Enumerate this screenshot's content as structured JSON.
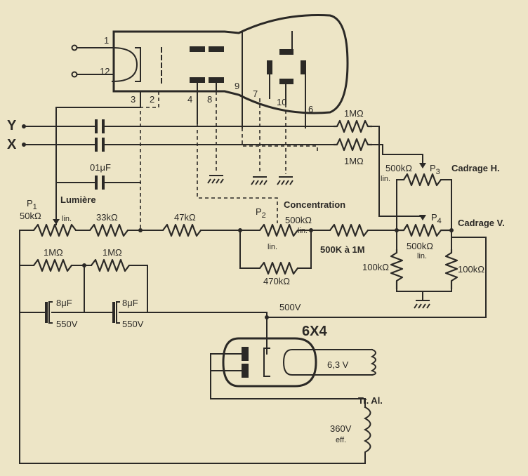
{
  "inputs": {
    "y": "Y",
    "x": "X"
  },
  "crt_pins": {
    "p1": "1",
    "p12": "12",
    "p3": "3",
    "p2": "2",
    "p4": "4",
    "p8": "8",
    "p9": "9",
    "p7": "7",
    "p10": "10",
    "p6": "6"
  },
  "components": {
    "r_y": "1MΩ",
    "r_x": "1MΩ",
    "cap_lumiere": "01μF",
    "lumiere": "Lumière",
    "p1_name": "P",
    "p1_sub": "1",
    "p1_value": "50kΩ",
    "p1_lin": "lin.",
    "r33k": "33kΩ",
    "r47k": "47kΩ",
    "concentration": "Concentration",
    "p2_name": "P",
    "p2_sub": "2",
    "p2_value": "500kΩ",
    "p2_lin_a": "lin.",
    "p2_lin_b": "lin.",
    "r470k": "470kΩ",
    "r_var": "500K à 1M",
    "p3_value": "500kΩ",
    "p3_name": "P",
    "p3_sub": "3",
    "p3_lin": "lin.",
    "cadrage_h": "Cadrage H.",
    "p4_name": "P",
    "p4_sub": "4",
    "p4_value": "500kΩ",
    "p4_lin": "lin.",
    "cadrage_v": "Cadrage V.",
    "r100k_left": "100kΩ",
    "r100k_right": "100kΩ",
    "r1m_a": "1MΩ",
    "r1m_b": "1MΩ",
    "c8_a_value": "8μF",
    "c8_a_volt": "550V",
    "c8_b_value": "8μF",
    "c8_b_volt": "550V",
    "v500": "500V",
    "tube": "6X4",
    "heater": "6,3 V",
    "transformer": "Tr. Al.",
    "v360": "360V",
    "eff": "eff."
  }
}
